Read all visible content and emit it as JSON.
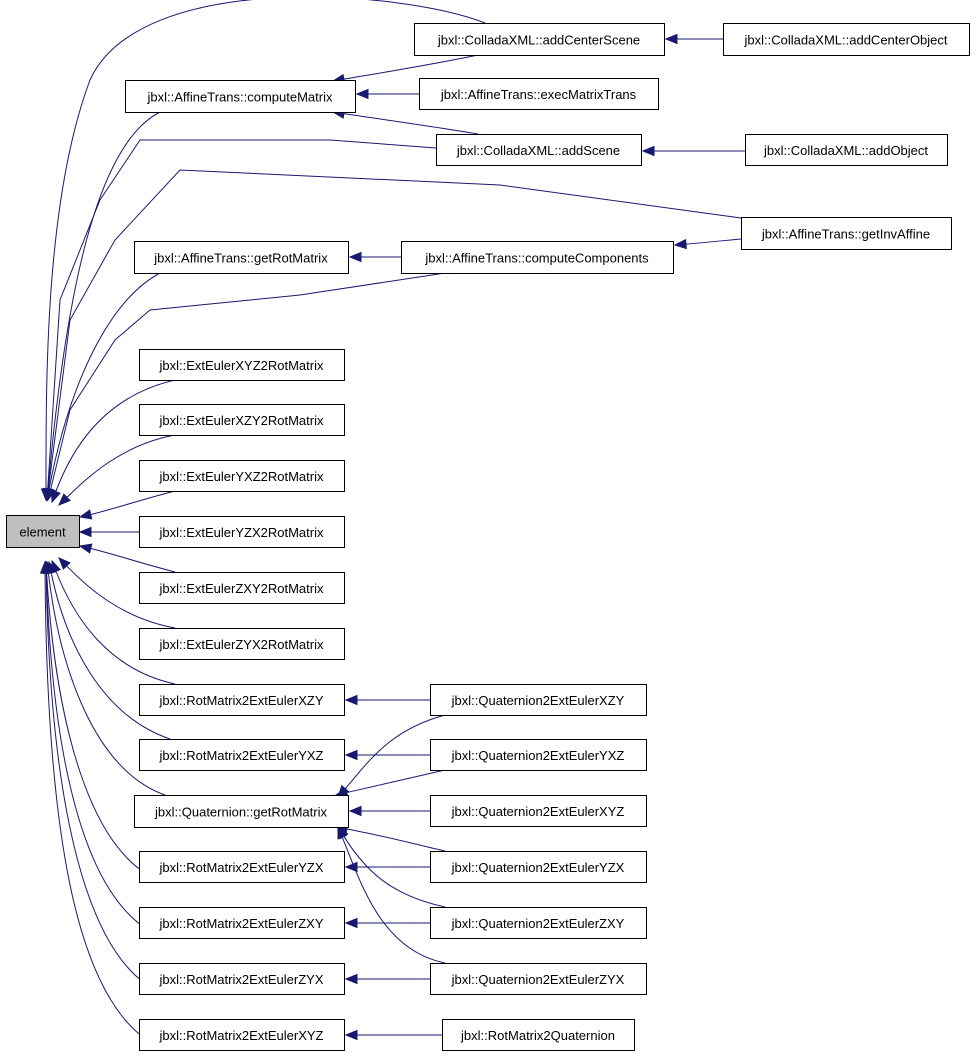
{
  "graph": {
    "type": "caller-graph",
    "colors": {
      "edge": "#191970",
      "node_border": "#000000",
      "root_fill": "#bfbfbf",
      "node_fill": "#ffffff"
    },
    "nodes": [
      {
        "id": "element",
        "label": "element"
      },
      {
        "id": "computeMatrix",
        "label": "jbxl::AffineTrans::computeMatrix"
      },
      {
        "id": "getRotMatrixAffine",
        "label": "jbxl::AffineTrans::getRotMatrix"
      },
      {
        "id": "extXYZ",
        "label": "jbxl::ExtEulerXYZ2RotMatrix"
      },
      {
        "id": "extXZY",
        "label": "jbxl::ExtEulerXZY2RotMatrix"
      },
      {
        "id": "extYXZ",
        "label": "jbxl::ExtEulerYXZ2RotMatrix"
      },
      {
        "id": "extYZX",
        "label": "jbxl::ExtEulerYZX2RotMatrix"
      },
      {
        "id": "extZXY",
        "label": "jbxl::ExtEulerZXY2RotMatrix"
      },
      {
        "id": "extZYX",
        "label": "jbxl::ExtEulerZYX2RotMatrix"
      },
      {
        "id": "rotXZY",
        "label": "jbxl::RotMatrix2ExtEulerXZY"
      },
      {
        "id": "rotYXZ",
        "label": "jbxl::RotMatrix2ExtEulerYXZ"
      },
      {
        "id": "quatGetRot",
        "label": "jbxl::Quaternion::getRotMatrix"
      },
      {
        "id": "rotYZX",
        "label": "jbxl::RotMatrix2ExtEulerYZX"
      },
      {
        "id": "rotZXY",
        "label": "jbxl::RotMatrix2ExtEulerZXY"
      },
      {
        "id": "rotZYX",
        "label": "jbxl::RotMatrix2ExtEulerZYX"
      },
      {
        "id": "rotXYZ",
        "label": "jbxl::RotMatrix2ExtEulerXYZ"
      },
      {
        "id": "addCenterScene",
        "label": "jbxl::ColladaXML::addCenterScene"
      },
      {
        "id": "execMatrixTrans",
        "label": "jbxl::AffineTrans::execMatrixTrans"
      },
      {
        "id": "addScene",
        "label": "jbxl::ColladaXML::addScene"
      },
      {
        "id": "computeComponents",
        "label": "jbxl::AffineTrans::computeComponents"
      },
      {
        "id": "q2XZY",
        "label": "jbxl::Quaternion2ExtEulerXZY"
      },
      {
        "id": "q2YXZ",
        "label": "jbxl::Quaternion2ExtEulerYXZ"
      },
      {
        "id": "q2XYZ",
        "label": "jbxl::Quaternion2ExtEulerXYZ"
      },
      {
        "id": "q2YZX",
        "label": "jbxl::Quaternion2ExtEulerYZX"
      },
      {
        "id": "q2ZXY",
        "label": "jbxl::Quaternion2ExtEulerZXY"
      },
      {
        "id": "q2ZYX",
        "label": "jbxl::Quaternion2ExtEulerZYX"
      },
      {
        "id": "rot2Quat",
        "label": "jbxl::RotMatrix2Quaternion"
      },
      {
        "id": "addCenterObject",
        "label": "jbxl::ColladaXML::addCenterObject"
      },
      {
        "id": "addObject",
        "label": "jbxl::ColladaXML::addObject"
      },
      {
        "id": "getInvAffine",
        "label": "jbxl::AffineTrans::getInvAffine"
      }
    ],
    "edges": [
      {
        "from": "computeMatrix",
        "to": "element"
      },
      {
        "from": "addCenterScene",
        "to": "element"
      },
      {
        "from": "addScene",
        "to": "element"
      },
      {
        "from": "getInvAffine",
        "to": "element"
      },
      {
        "from": "getRotMatrixAffine",
        "to": "element"
      },
      {
        "from": "computeComponents",
        "to": "element"
      },
      {
        "from": "extXYZ",
        "to": "element"
      },
      {
        "from": "extXZY",
        "to": "element"
      },
      {
        "from": "extYXZ",
        "to": "element"
      },
      {
        "from": "extYZX",
        "to": "element"
      },
      {
        "from": "extZXY",
        "to": "element"
      },
      {
        "from": "extZYX",
        "to": "element"
      },
      {
        "from": "rotXZY",
        "to": "element"
      },
      {
        "from": "rotYXZ",
        "to": "element"
      },
      {
        "from": "quatGetRot",
        "to": "element"
      },
      {
        "from": "rotYZX",
        "to": "element"
      },
      {
        "from": "rotZXY",
        "to": "element"
      },
      {
        "from": "rotZYX",
        "to": "element"
      },
      {
        "from": "rotXYZ",
        "to": "element"
      },
      {
        "from": "addCenterScene",
        "to": "computeMatrix"
      },
      {
        "from": "execMatrixTrans",
        "to": "computeMatrix"
      },
      {
        "from": "addScene",
        "to": "computeMatrix"
      },
      {
        "from": "addCenterObject",
        "to": "addCenterScene"
      },
      {
        "from": "addObject",
        "to": "addScene"
      },
      {
        "from": "computeComponents",
        "to": "getRotMatrixAffine"
      },
      {
        "from": "getInvAffine",
        "to": "computeComponents"
      },
      {
        "from": "q2XZY",
        "to": "rotXZY"
      },
      {
        "from": "q2YXZ",
        "to": "rotYXZ"
      },
      {
        "from": "q2XZY",
        "to": "quatGetRot"
      },
      {
        "from": "q2YXZ",
        "to": "quatGetRot"
      },
      {
        "from": "q2XYZ",
        "to": "quatGetRot"
      },
      {
        "from": "q2YZX",
        "to": "quatGetRot"
      },
      {
        "from": "q2ZXY",
        "to": "quatGetRot"
      },
      {
        "from": "q2ZYX",
        "to": "quatGetRot"
      },
      {
        "from": "q2YZX",
        "to": "rotYZX"
      },
      {
        "from": "q2ZXY",
        "to": "rotZXY"
      },
      {
        "from": "q2ZYX",
        "to": "rotZYX"
      },
      {
        "from": "rot2Quat",
        "to": "rotXYZ"
      }
    ]
  }
}
